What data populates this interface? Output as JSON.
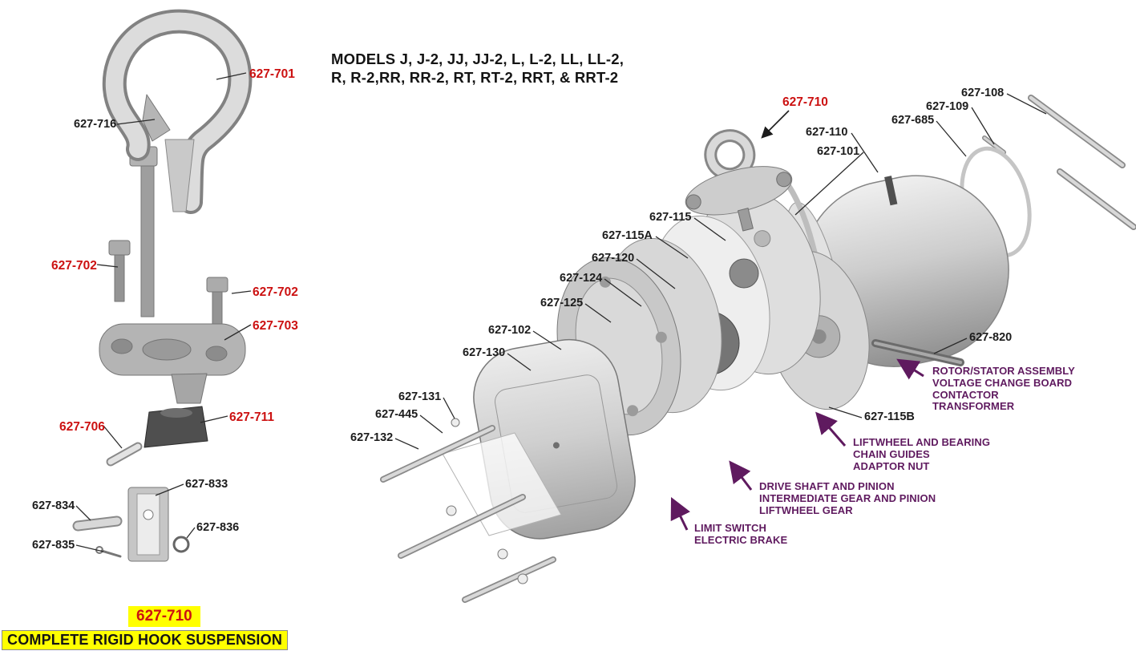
{
  "colors": {
    "red": "#cc1111",
    "purple": "#5f1a5f",
    "ink": "#1c1c1c",
    "highlight": "#ffff00"
  },
  "models_title": {
    "line1": "MODELS J, J-2, JJ, JJ-2, L, L-2, LL, LL-2,",
    "line2": "R, R-2,RR, RR-2, RT, RT-2, RRT, & RRT-2"
  },
  "left_diagram": {
    "labels": [
      {
        "part": "627-701"
      },
      {
        "part": "627-716"
      },
      {
        "part": "627-702"
      },
      {
        "part": "627-702"
      },
      {
        "part": "627-703"
      },
      {
        "part": "627-711"
      },
      {
        "part": "627-706"
      },
      {
        "part": "627-833"
      },
      {
        "part": "627-834"
      },
      {
        "part": "627-836"
      },
      {
        "part": "627-835"
      }
    ],
    "footer_part": "627-710",
    "footer_title": "COMPLETE RIGID HOOK SUSPENSION"
  },
  "right_diagram": {
    "labels": [
      {
        "part": "627-710"
      },
      {
        "part": "627-108"
      },
      {
        "part": "627-109"
      },
      {
        "part": "627-685"
      },
      {
        "part": "627-110"
      },
      {
        "part": "627-101"
      },
      {
        "part": "627-115"
      },
      {
        "part": "627-115A"
      },
      {
        "part": "627-120"
      },
      {
        "part": "627-124"
      },
      {
        "part": "627-125"
      },
      {
        "part": "627-102"
      },
      {
        "part": "627-130"
      },
      {
        "part": "627-131"
      },
      {
        "part": "627-445"
      },
      {
        "part": "627-132"
      },
      {
        "part": "627-820"
      },
      {
        "part": "627-115B"
      }
    ],
    "annotations": [
      {
        "line1": "ROTOR/STATOR ASSEMBLY",
        "line2": "VOLTAGE CHANGE BOARD",
        "line3": "CONTACTOR",
        "line4": "TRANSFORMER"
      },
      {
        "line1": "LIFTWHEEL AND BEARING",
        "line2": "CHAIN GUIDES",
        "line3": "ADAPTOR NUT"
      },
      {
        "line1": "DRIVE SHAFT AND PINION",
        "line2": "INTERMEDIATE GEAR AND PINION",
        "line3": "LIFTWHEEL GEAR"
      },
      {
        "line1": "LIMIT SWITCH",
        "line2": "ELECTRIC BRAKE"
      }
    ]
  }
}
